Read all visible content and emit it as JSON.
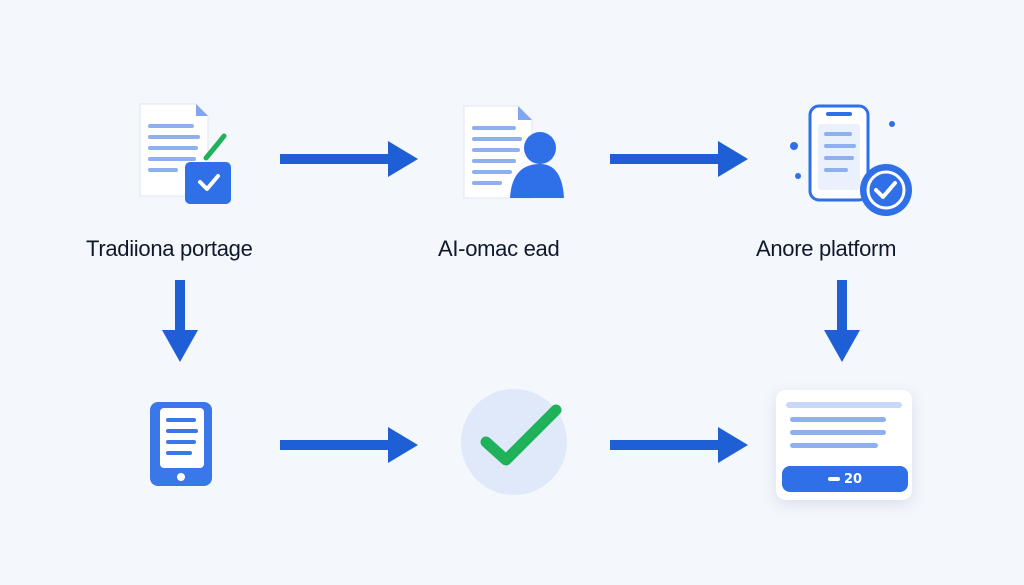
{
  "diagram": {
    "nodes": [
      {
        "id": "traditional",
        "label": "Tradiiona portage",
        "icon": "document-check-icon"
      },
      {
        "id": "ai",
        "label": "AI-omac ead",
        "icon": "document-user-icon"
      },
      {
        "id": "platform",
        "label": "Anore platform",
        "icon": "phone-check-icon"
      },
      {
        "id": "tablet",
        "label": "",
        "icon": "tablet-document-icon"
      },
      {
        "id": "check",
        "label": "",
        "icon": "checkmark-icon"
      },
      {
        "id": "card",
        "label": "",
        "icon": "card-form-icon",
        "button_text": "20"
      }
    ],
    "arrows": [
      {
        "from": "traditional",
        "to": "ai",
        "direction": "right"
      },
      {
        "from": "ai",
        "to": "platform",
        "direction": "right"
      },
      {
        "from": "traditional",
        "to": "tablet",
        "direction": "down"
      },
      {
        "from": "platform",
        "to": "card",
        "direction": "down"
      },
      {
        "from": "tablet",
        "to": "check",
        "direction": "right"
      },
      {
        "from": "check",
        "to": "card",
        "direction": "right"
      }
    ]
  },
  "colors": {
    "background": "#f4f7fb",
    "arrow": "#1f5fd6",
    "primary_blue": "#2f6fe8",
    "light_blue": "#dbe7fb",
    "green_check": "#20b25a",
    "text": "#10192b"
  }
}
